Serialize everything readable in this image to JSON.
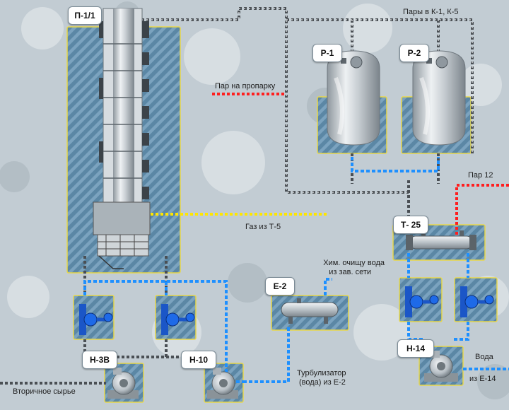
{
  "colors": {
    "background": "#c3cdd4",
    "zone_fill": "#5d88a6",
    "zone_border": "#e8d74a",
    "pipe_gray": "#4a4f54",
    "pipe_blue": "#1e90ff",
    "pipe_red": "#ff1e1e",
    "pipe_yellow": "#ffe600"
  },
  "tags": {
    "p11": "П-1/1",
    "r1": "Р-1",
    "r2": "Р-2",
    "t25": "Т- 25",
    "e2": "Е-2",
    "n3v": "Н-3В",
    "n10": "Н-10",
    "n14": "Н-14"
  },
  "labels": {
    "vapors_k1_k5": "Пары в К-1, К-5",
    "steam_to_steaming": "Пар на пропарку",
    "steam_12": "Пар 12",
    "gas_from_t5": "Газ из Т-5",
    "chem_water_line1": "Хим. очищу вода",
    "chem_water_line2": "из зав. сети",
    "water_line1": "Вода",
    "water_line2": "из Е-14",
    "turbulizer_line1": "Турбулизатор",
    "turbulizer_line2": "(вода) из Е-2",
    "secondary_feed": "Вторичное сырье"
  }
}
